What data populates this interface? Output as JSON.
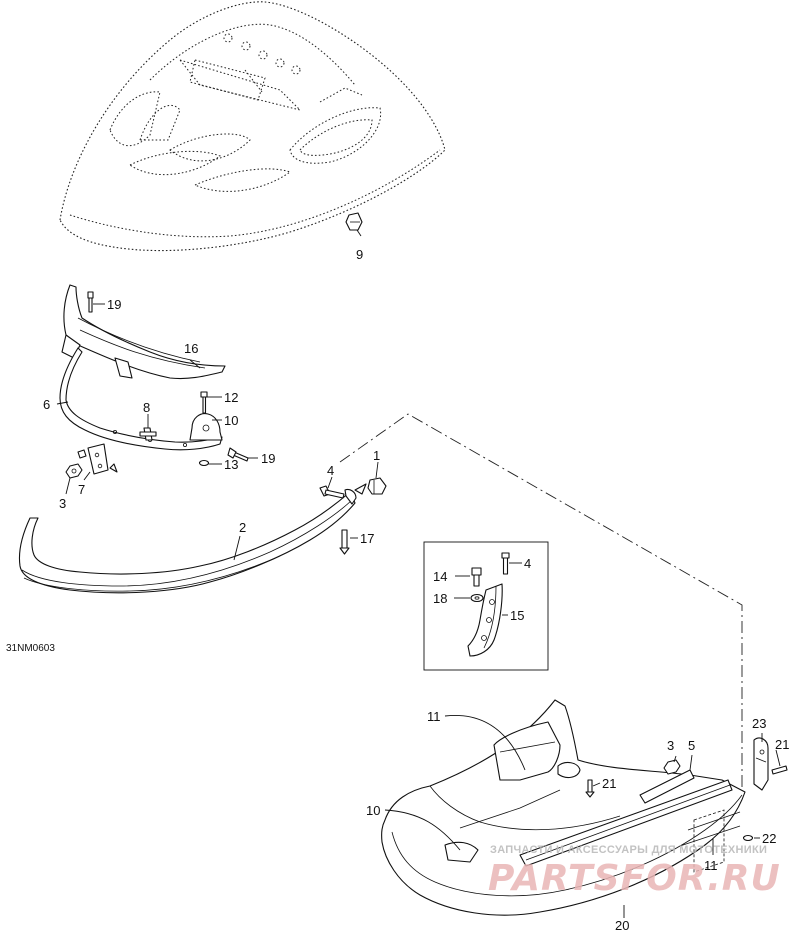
{
  "diagram": {
    "code": "31NM0603",
    "callouts": {
      "n1": "1",
      "n2": "2",
      "n3a": "3",
      "n3b": "3",
      "n4a": "4",
      "n4b": "4",
      "n5": "5",
      "n6": "6",
      "n7": "7",
      "n8": "8",
      "n9": "9",
      "n10a": "10",
      "n10b": "10",
      "n11a": "11",
      "n11b": "11",
      "n12": "12",
      "n13": "13",
      "n14": "14",
      "n15": "15",
      "n16": "16",
      "n17": "17",
      "n18": "18",
      "n19a": "19",
      "n19b": "19",
      "n20": "20",
      "n21a": "21",
      "n21b": "21",
      "n22": "22",
      "n23": "23"
    }
  },
  "watermark": {
    "tagline": "ЗАПЧАСТИ И АКСЕССУАРЫ ДЛЯ МОТОТЕХНИКИ",
    "brand": "PARTSFOR.RU"
  }
}
